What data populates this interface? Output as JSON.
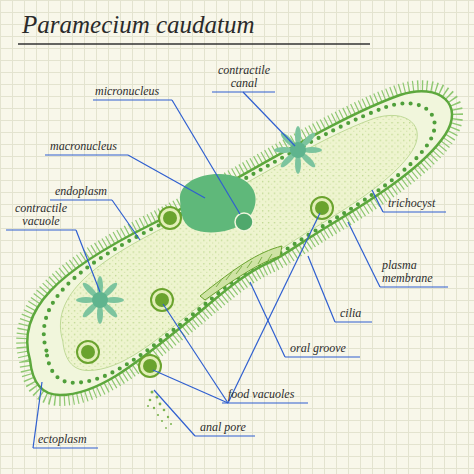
{
  "diagram": {
    "title": "Paramecium caudatum",
    "labels": [
      "contractile canal",
      "micronucleus",
      "macronucleus",
      "endoplasm",
      "contractile vacuole",
      "trichocyst",
      "plasma membrane",
      "cilia",
      "oral groove",
      "food vacuoles",
      "anal pore",
      "ectoplasm"
    ]
  }
}
